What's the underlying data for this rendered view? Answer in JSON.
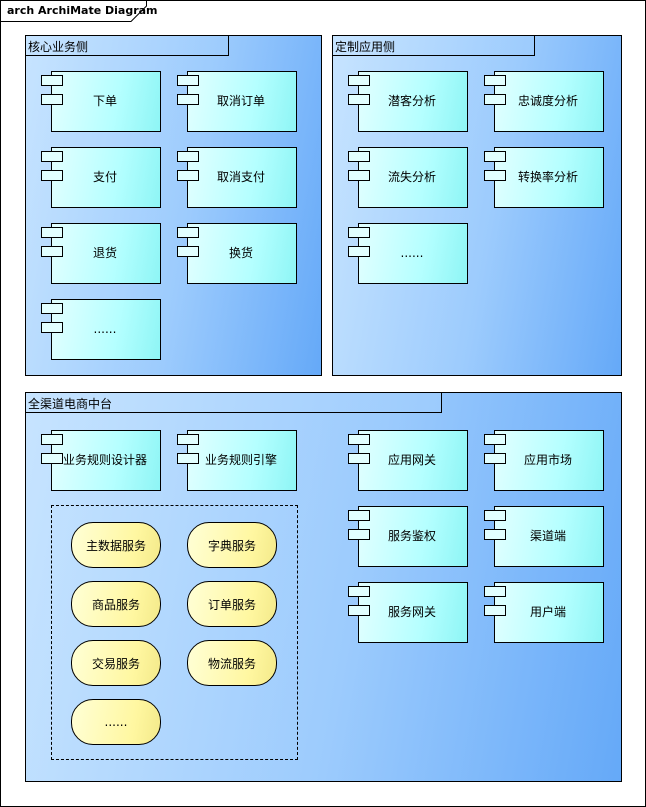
{
  "diagram": {
    "title": "arch ArchiMate Diagram"
  },
  "groups": {
    "core": {
      "title": "核心业务侧",
      "components": [
        "下单",
        "取消订单",
        "支付",
        "取消支付",
        "退货",
        "换货",
        "......"
      ]
    },
    "custom": {
      "title": "定制应用侧",
      "components": [
        "潜客分析",
        "忠诚度分析",
        "流失分析",
        "转换率分析",
        "......"
      ]
    },
    "platform": {
      "title": "全渠道电商中台",
      "rules": [
        "业务规则设计器",
        "业务规则引擎"
      ],
      "services": [
        "主数据服务",
        "字典服务",
        "商品服务",
        "订单服务",
        "交易服务",
        "物流服务",
        "......"
      ],
      "gateway_components": [
        "应用网关",
        "应用市场",
        "服务鉴权",
        "渠道端",
        "服务网关",
        "用户端"
      ]
    }
  }
}
